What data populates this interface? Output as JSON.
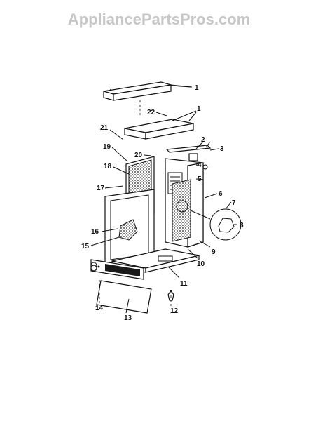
{
  "watermark": "AppliancePartsPros.com",
  "callouts": [
    "1",
    "22",
    "1",
    "21",
    "2",
    "3",
    "19",
    "20",
    "4",
    "18",
    "5",
    "17",
    "6",
    "7",
    "8",
    "16",
    "15",
    "9",
    "10",
    "11",
    "14",
    "13",
    "12"
  ]
}
